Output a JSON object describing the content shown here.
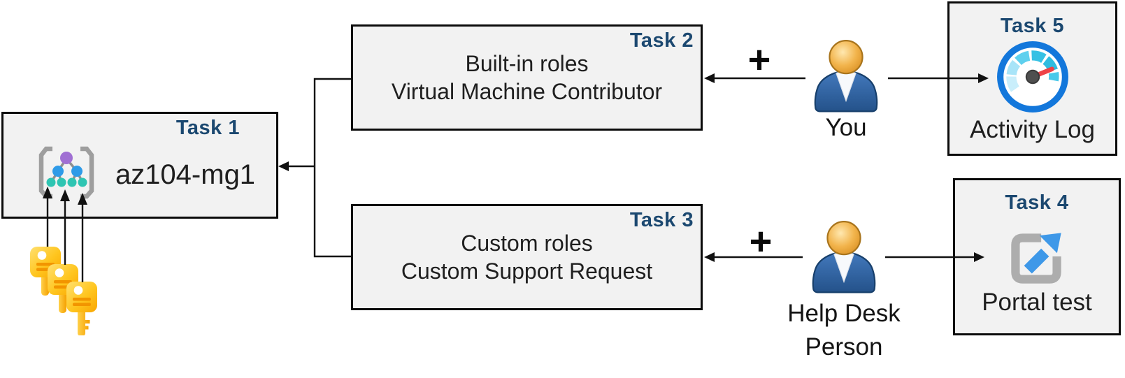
{
  "diagram": {
    "boxes": {
      "task1": {
        "badge": "Task 1",
        "title": "az104-mg1"
      },
      "task2": {
        "badge": "Task 2",
        "lines": [
          "Built-in roles",
          "Virtual Machine Contributor"
        ]
      },
      "task3": {
        "badge": "Task 3",
        "lines": [
          "Custom roles",
          "Custom Support Request"
        ]
      },
      "task4": {
        "badge": "Task 4",
        "caption": "Portal test"
      },
      "task5": {
        "badge": "Task 5",
        "caption": "Activity Log"
      }
    },
    "actors": {
      "you": {
        "label": "You"
      },
      "help_desk": {
        "label": "Help Desk Person"
      }
    },
    "operators": {
      "plus": "+"
    },
    "icons": {
      "task1": "management-group-icon",
      "task1_credentials": "key-icon",
      "task4": "external-link-icon",
      "task5": "gauge-icon",
      "actors": "person-icon"
    },
    "colors": {
      "badge_navy": "#1B4870",
      "box_fill": "#F2F2F2",
      "box_border": "#0B0B0B",
      "body_text": "#1F1F1F",
      "connector_black": "#111111",
      "key_gold": "#FFC425",
      "key_stripe_orange": "#F29500",
      "person_body_blue": "#34659F",
      "person_head_gold": "#EDA93B",
      "gauge_ring_blue": "#1377DB",
      "gauge_segment_pale": "#C9EEFB",
      "gauge_segment_cyan": "#36C1E4",
      "needle_red": "#EE4348",
      "hub_gray": "#4F4F4F",
      "portal_square_gray": "#ADADAD",
      "portal_arrow_blue": "#3E98E8",
      "mg_purple": "#A06FD3",
      "mg_blue": "#2F9BE8",
      "mg_teal": "#2EC5B2",
      "mg_bracket_gray": "#9E9E9E"
    }
  }
}
